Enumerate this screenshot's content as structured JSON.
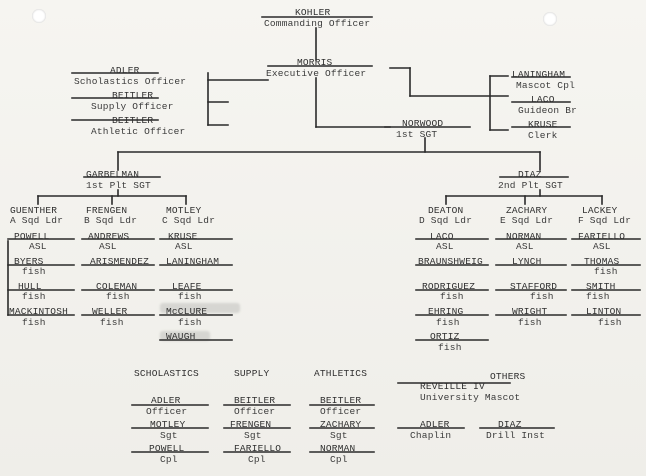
{
  "top": {
    "co_name": "KOHLER",
    "co_title": "Commanding Officer",
    "xo_name": "MORRIS",
    "xo_title": "Executive Officer"
  },
  "staff_left": [
    {
      "name": "ADLER",
      "title": "Scholastics Officer"
    },
    {
      "name": "BEITLER",
      "title": "Supply Officer"
    },
    {
      "name": "BEITLER",
      "title": "Athletic Officer"
    }
  ],
  "staff_right": [
    {
      "name": "LANINGHAM",
      "title": "Mascot Cpl"
    },
    {
      "name": "LACO",
      "title": "Guideon Br"
    },
    {
      "name": "KRUSE",
      "title": "Clerk"
    }
  ],
  "first_sgt": {
    "name": "NORWOOD",
    "title": "1st SGT"
  },
  "platoon1": {
    "name": "GARBELMAN",
    "title": "1st Plt SGT"
  },
  "platoon2": {
    "name": "DIAZ",
    "title": "2nd Plt SGT"
  },
  "squads": [
    {
      "leader": "GUENTHER",
      "leader_title": "A Sqd Ldr",
      "asl": "POWELL",
      "asl_title": "ASL",
      "members": [
        "BYERS",
        "HULL",
        "MACKINTOSH"
      ],
      "member_title": "fish"
    },
    {
      "leader": "FRENGEN",
      "leader_title": "B Sqd Ldr",
      "asl": "ANDREWS",
      "asl_title": "ASL",
      "members": [
        "ARISMENDEZ",
        "COLEMAN",
        "WELLER"
      ],
      "member_title": "fish"
    },
    {
      "leader": "MOTLEY",
      "leader_title": "C Sqd Ldr",
      "asl": "KRUSE",
      "asl_title": "ASL",
      "members": [
        "LANINGHAM",
        "LEAFE",
        "McCLURE",
        "WAUGH"
      ],
      "member_title": "fish"
    },
    {
      "leader": "DEATON",
      "leader_title": "D Sqd Ldr",
      "asl": "LACO",
      "asl_title": "ASL",
      "members": [
        "BRAUNSHWEIG",
        "RODRIGUEZ",
        "EHRING",
        "ORTIZ"
      ],
      "member_title": "fish"
    },
    {
      "leader": "ZACHARY",
      "leader_title": "E Sqd Ldr",
      "asl": "NORMAN",
      "asl_title": "ASL",
      "members": [
        "LYNCH",
        "STAFFORD",
        "WRIGHT"
      ],
      "member_title": "fish"
    },
    {
      "leader": "LACKEY",
      "leader_title": "F Sqd Ldr",
      "asl": "FARIELLO",
      "asl_title": "ASL",
      "members": [
        "THOMAS",
        "SMITH",
        "LINTON"
      ],
      "member_title": "fish"
    }
  ],
  "sections": {
    "scholastics": {
      "heading": "SCHOLASTICS",
      "people": [
        {
          "name": "ADLER",
          "title": "Officer"
        },
        {
          "name": "MOTLEY",
          "title": "Sgt"
        },
        {
          "name": "POWELL",
          "title": "Cpl"
        }
      ]
    },
    "supply": {
      "heading": "SUPPLY",
      "people": [
        {
          "name": "BEITLER",
          "title": "Officer"
        },
        {
          "name": "FRENGEN",
          "title": "Sgt"
        },
        {
          "name": "FARIELLO",
          "title": "Cpl"
        }
      ]
    },
    "athletics": {
      "heading": "ATHLETICS",
      "people": [
        {
          "name": "BEITLER",
          "title": "Officer"
        },
        {
          "name": "ZACHARY",
          "title": "Sgt"
        },
        {
          "name": "NORMAN",
          "title": "Cpl"
        }
      ]
    },
    "others": {
      "heading": "OTHERS",
      "reveille_name": "REVEILLE IV",
      "reveille_title": "University Mascot",
      "chaplain_name": "ADLER",
      "chaplain_title": "Chaplin",
      "drill_name": "DIAZ",
      "drill_title": "Drill Inst"
    }
  },
  "colors": {
    "paper": "#f4f3ef",
    "ink": "#3b3b3b",
    "line": "#2a2a2a"
  }
}
